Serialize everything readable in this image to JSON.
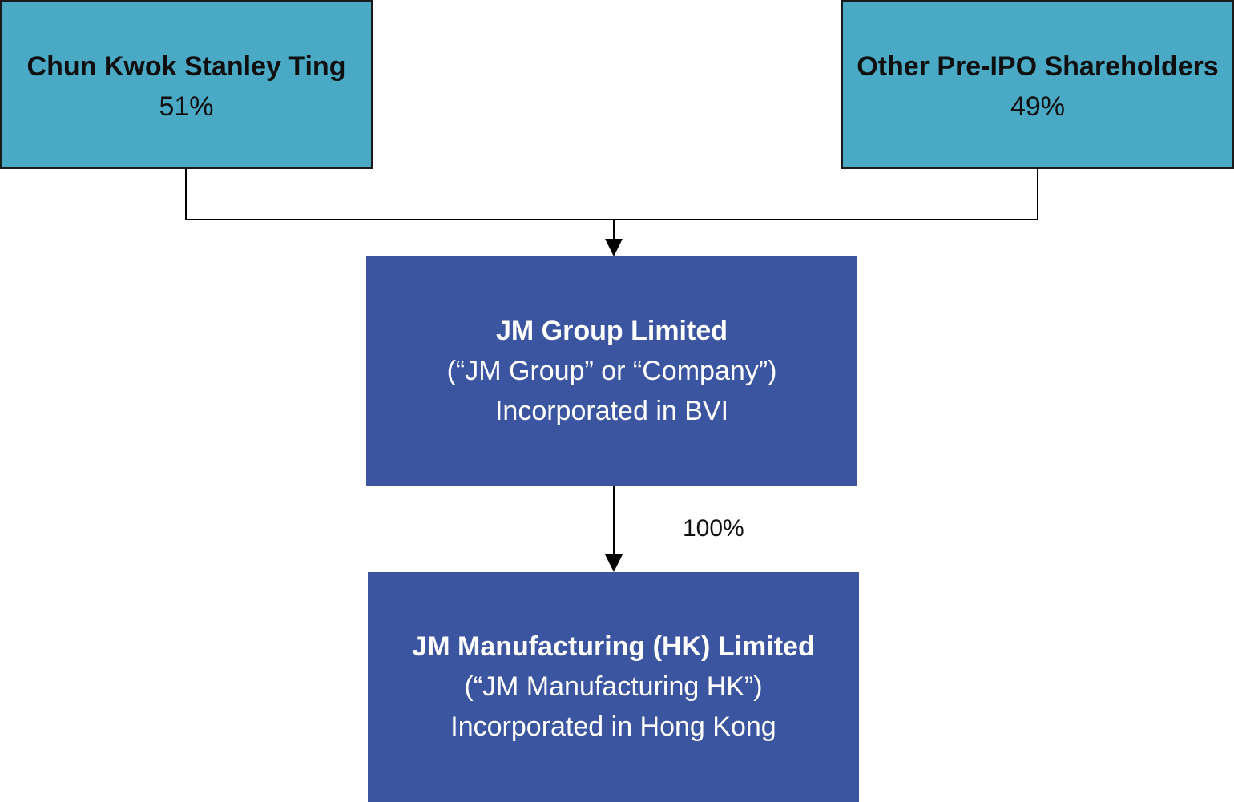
{
  "colors": {
    "shareholder_fill": "#4aaac6",
    "entity_fill": "#3c55a1",
    "line": "#000000"
  },
  "shareholders": [
    {
      "name": "Chun Kwok Stanley Ting",
      "percent": "51%"
    },
    {
      "name": "Other Pre-IPO Shareholders",
      "percent": "49%"
    }
  ],
  "entities": [
    {
      "name": "JM Group Limited",
      "alias": "(“JM Group” or “Company”)",
      "jurisdiction": "Incorporated in BVI"
    },
    {
      "name": "JM Manufacturing (HK) Limited",
      "alias": "(“JM Manufacturing HK”)",
      "jurisdiction": "Incorporated in Hong Kong"
    }
  ],
  "edges": {
    "group_to_hk_label": "100%"
  }
}
